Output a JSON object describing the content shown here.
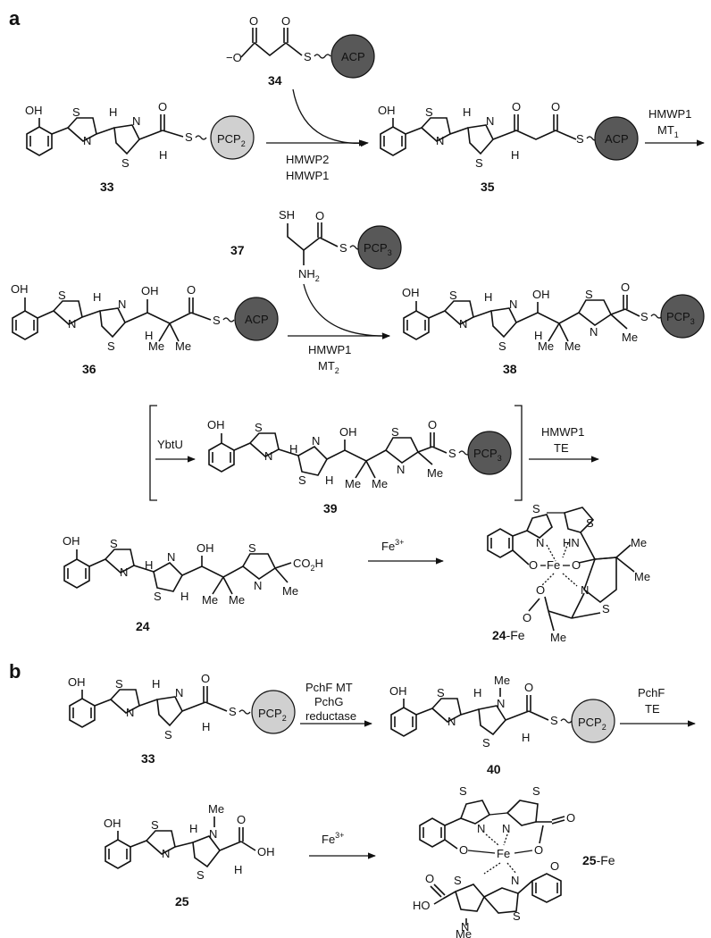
{
  "panels": {
    "a": "a",
    "b": "b"
  },
  "compounds": {
    "c33": "33",
    "c34": "34",
    "c35": "35",
    "c36": "36",
    "c37": "37",
    "c38": "38",
    "c39": "39",
    "c24": "24",
    "c24fe": "24",
    "c24fe_suffix": "-Fe",
    "c33b": "33",
    "c40": "40",
    "c25": "25",
    "c25fe": "25",
    "c25fe_suffix": "-Fe"
  },
  "carriers": {
    "acp": "ACP",
    "pcp": "PCP",
    "pcp2_sub": "2",
    "pcp3_sub": "3"
  },
  "conditions": {
    "step1": [
      "HMWP2",
      "HMWP1"
    ],
    "step2": [
      "HMWP1",
      "MT"
    ],
    "step2_sub": "1",
    "step3": [
      "HMWP1",
      "MT"
    ],
    "step3_sub": "2",
    "ybtu": "YbtU",
    "te_step": [
      "HMWP1",
      "TE"
    ],
    "iron": "Fe",
    "iron_sup": "3+",
    "pch_step1": [
      "PchF MT",
      "PchG",
      "reductase"
    ],
    "pch_step2": [
      "PchF",
      "TE"
    ]
  },
  "atoms": {
    "oh": "OH",
    "s": "S",
    "n": "N",
    "h": "H",
    "o": "O",
    "me": "Me",
    "nh2": "NH",
    "nh2_sub": "2",
    "sh": "SH",
    "hn": "HN",
    "fe": "Fe",
    "co2h": "CO",
    "co2h_sub": "2",
    "co2h_h": "H",
    "ho": "HO",
    "minus": "−"
  }
}
